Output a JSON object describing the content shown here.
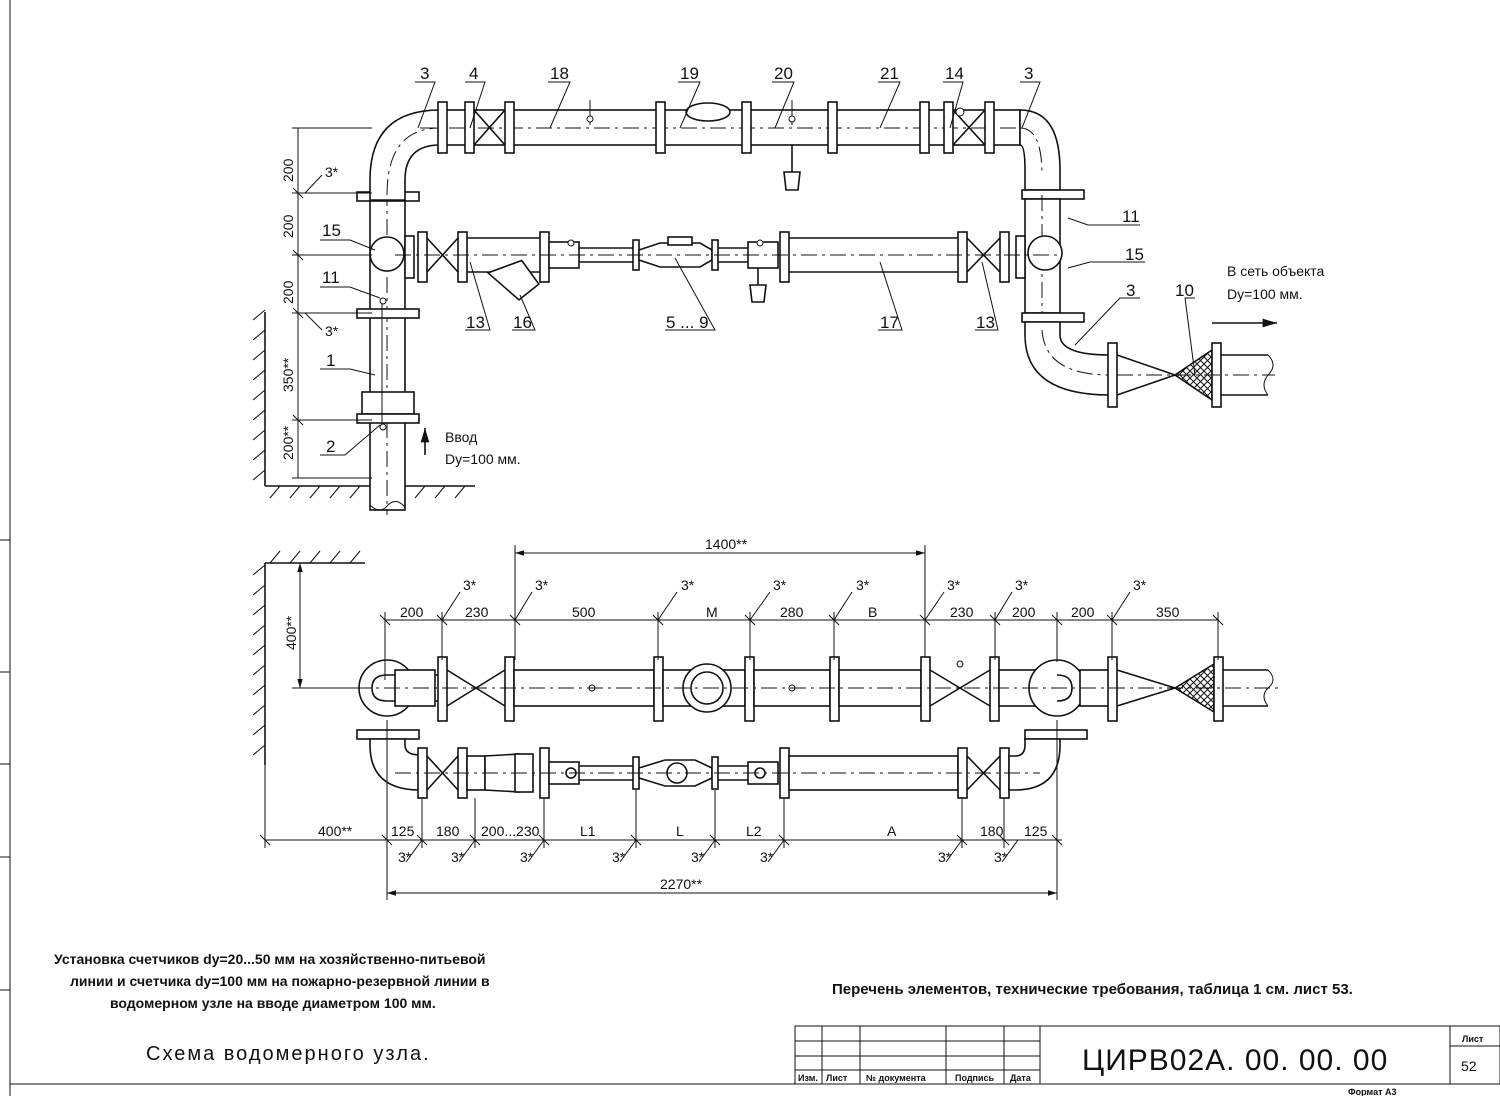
{
  "top_view": {
    "labels": {
      "p3a": "3",
      "p4": "4",
      "p18": "18",
      "p19": "19",
      "p20": "20",
      "p21": "21",
      "p14": "14",
      "p3b": "3",
      "p11a": "11",
      "p15a": "15",
      "p11b": "11",
      "p15b": "15",
      "p1": "1",
      "p2": "2",
      "p13a": "13",
      "p16": "16",
      "p59": "5 ... 9",
      "p17": "17",
      "p13b": "13",
      "p3c": "3",
      "p10": "10",
      "s3a": "3*",
      "s3b": "3*"
    },
    "dims": {
      "d1": "200",
      "d2": "200",
      "d3": "200",
      "d4": "350**",
      "d5": "200**"
    },
    "inlet": {
      "label": "Ввод",
      "size": "Dy=100 мм."
    },
    "outlet": {
      "label": "В сеть объекта",
      "size": "Dy=100 мм."
    }
  },
  "plan_view": {
    "overall_top": "1400**",
    "wall_dim": "400**",
    "top_dims": [
      "200",
      "230",
      "500",
      "M",
      "280",
      "B",
      "230",
      "200",
      "200",
      "350"
    ],
    "top_marks": [
      "3*",
      "3*",
      "3*",
      "3*",
      "3*",
      "3*",
      "3*",
      "3*"
    ],
    "bottom_dims": [
      "400**",
      "125",
      "180",
      "200...230",
      "L1",
      "L",
      "L2",
      "A",
      "180",
      "125"
    ],
    "bottom_marks": [
      "3*",
      "3*",
      "3*",
      "3*",
      "3*",
      "3*",
      "3*",
      "3*"
    ],
    "overall_bottom": "2270**"
  },
  "notes": {
    "description_line1": "Установка счетчиков dy=20...50 мм на хозяйственно-питьевой",
    "description_line2": "линии и счетчика dy=100 мм на пожарно-резервной линии в",
    "description_line3": "водомерном узле на вводе диаметром 100 мм.",
    "reference": "Перечень элементов, технические требования, таблица 1 см. лист 53.",
    "title": "Схема водомерного узла."
  },
  "title_block": {
    "doc_number": "ЦИРВ02А. 00. 00. 00",
    "sheet_label": "Лист",
    "sheet_number": "52",
    "col_izm": "Изм.",
    "col_list": "Лист",
    "col_doc": "№ документа",
    "col_sign": "Подпись",
    "col_date": "Дата",
    "format": "Формат А3"
  }
}
